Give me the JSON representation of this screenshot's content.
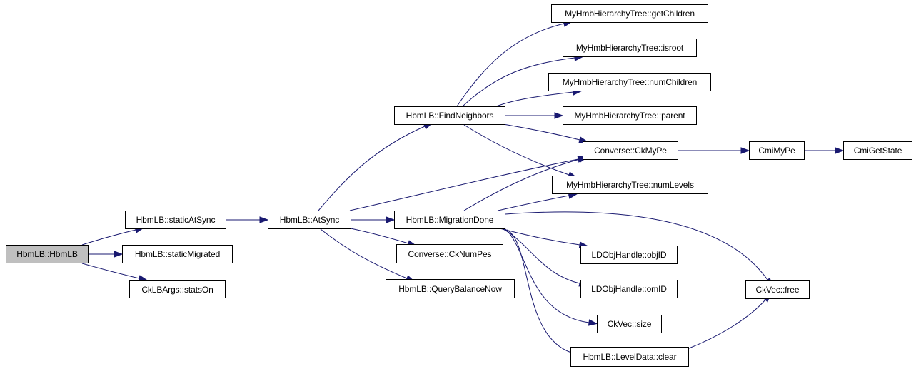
{
  "diagram": {
    "type": "call-graph",
    "root": "HbmLB::HbmLB",
    "colors": {
      "edge": "#191970",
      "root_fill": "#bfbfbf",
      "node_fill": "#ffffff",
      "border": "#000000"
    },
    "nodes": [
      {
        "id": "hbmlb_ctor",
        "label": "HbmLB::HbmLB",
        "root": true
      },
      {
        "id": "static_at_sync",
        "label": "HbmLB::staticAtSync"
      },
      {
        "id": "static_migrated",
        "label": "HbmLB::staticMigrated"
      },
      {
        "id": "stats_on",
        "label": "CkLBArgs::statsOn"
      },
      {
        "id": "at_sync",
        "label": "HbmLB::AtSync"
      },
      {
        "id": "find_neighbors",
        "label": "HbmLB::FindNeighbors"
      },
      {
        "id": "migration_done",
        "label": "HbmLB::MigrationDone"
      },
      {
        "id": "ck_num_pes",
        "label": "Converse::CkNumPes"
      },
      {
        "id": "query_balance_now",
        "label": "HbmLB::QueryBalanceNow"
      },
      {
        "id": "get_children",
        "label": "MyHmbHierarchyTree::getChildren"
      },
      {
        "id": "isroot",
        "label": "MyHmbHierarchyTree::isroot"
      },
      {
        "id": "num_children",
        "label": "MyHmbHierarchyTree::numChildren"
      },
      {
        "id": "parent",
        "label": "MyHmbHierarchyTree::parent"
      },
      {
        "id": "ck_my_pe",
        "label": "Converse::CkMyPe"
      },
      {
        "id": "num_levels",
        "label": "MyHmbHierarchyTree::numLevels"
      },
      {
        "id": "cmi_my_pe",
        "label": "CmiMyPe"
      },
      {
        "id": "cmi_get_state",
        "label": "CmiGetState"
      },
      {
        "id": "obj_id",
        "label": "LDObjHandle::objID"
      },
      {
        "id": "om_id",
        "label": "LDObjHandle::omID"
      },
      {
        "id": "ckvec_size",
        "label": "CkVec::size"
      },
      {
        "id": "level_data_clear",
        "label": "HbmLB::LevelData::clear"
      },
      {
        "id": "ckvec_free",
        "label": "CkVec::free"
      }
    ],
    "edges": [
      {
        "from": "hbmlb_ctor",
        "to": "static_at_sync"
      },
      {
        "from": "hbmlb_ctor",
        "to": "static_migrated"
      },
      {
        "from": "hbmlb_ctor",
        "to": "stats_on"
      },
      {
        "from": "static_at_sync",
        "to": "at_sync"
      },
      {
        "from": "at_sync",
        "to": "find_neighbors"
      },
      {
        "from": "at_sync",
        "to": "ck_my_pe"
      },
      {
        "from": "at_sync",
        "to": "migration_done"
      },
      {
        "from": "at_sync",
        "to": "ck_num_pes"
      },
      {
        "from": "at_sync",
        "to": "query_balance_now"
      },
      {
        "from": "find_neighbors",
        "to": "get_children"
      },
      {
        "from": "find_neighbors",
        "to": "isroot"
      },
      {
        "from": "find_neighbors",
        "to": "num_children"
      },
      {
        "from": "find_neighbors",
        "to": "parent"
      },
      {
        "from": "find_neighbors",
        "to": "ck_my_pe"
      },
      {
        "from": "find_neighbors",
        "to": "num_levels"
      },
      {
        "from": "migration_done",
        "to": "ck_my_pe"
      },
      {
        "from": "migration_done",
        "to": "num_levels"
      },
      {
        "from": "migration_done",
        "to": "ckvec_free"
      },
      {
        "from": "migration_done",
        "to": "obj_id"
      },
      {
        "from": "migration_done",
        "to": "om_id"
      },
      {
        "from": "migration_done",
        "to": "ckvec_size"
      },
      {
        "from": "migration_done",
        "to": "level_data_clear"
      },
      {
        "from": "ck_my_pe",
        "to": "cmi_my_pe"
      },
      {
        "from": "cmi_my_pe",
        "to": "cmi_get_state"
      },
      {
        "from": "level_data_clear",
        "to": "ckvec_free"
      }
    ]
  }
}
